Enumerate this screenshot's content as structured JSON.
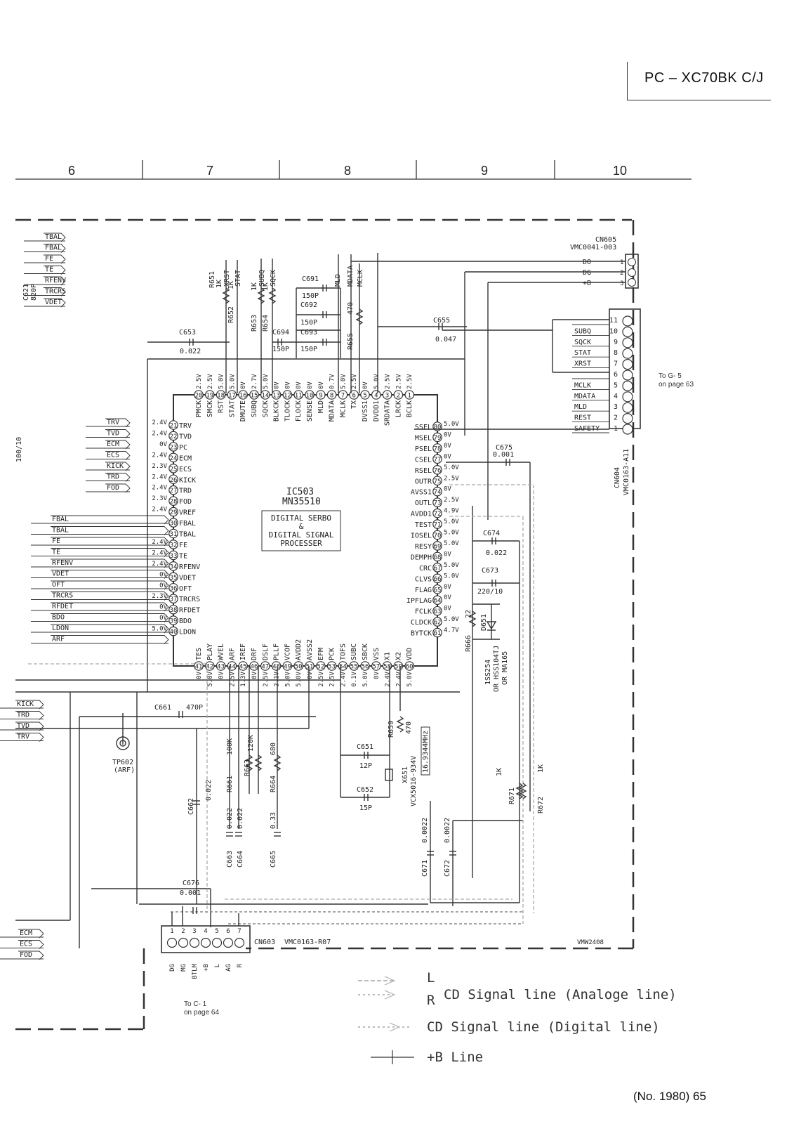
{
  "header": {
    "model": "PC – XC70BK C/J",
    "page": "(No. 1980) 65"
  },
  "grid_columns": [
    "6",
    "7",
    "8",
    "9",
    "10"
  ],
  "ic": {
    "ref": "IC503",
    "part": "MN35510",
    "desc1": "DIGITAL SERBO",
    "desc2": "&",
    "desc3": "DIGITAL SIGNAL",
    "desc4": "PROCESSER",
    "pins_top": [
      {
        "n": "20",
        "name": "PMCK",
        "v": "2.5V"
      },
      {
        "n": "19",
        "name": "SMCK",
        "v": "2.5V"
      },
      {
        "n": "18",
        "name": "RST",
        "v": "5.0V"
      },
      {
        "n": "17",
        "name": "STAT",
        "v": "5.0V"
      },
      {
        "n": "16",
        "name": "DMUTE",
        "v": "0V"
      },
      {
        "n": "15",
        "name": "SUBQ",
        "v": "2.7V"
      },
      {
        "n": "14",
        "name": "SQCK",
        "v": "5.0V"
      },
      {
        "n": "13",
        "name": "BLKCK",
        "v": "0V"
      },
      {
        "n": "12",
        "name": "TLOCK",
        "v": "0V"
      },
      {
        "n": "11",
        "name": "FLOCK",
        "v": "0V"
      },
      {
        "n": "10",
        "name": "SENSE",
        "v": "0V"
      },
      {
        "n": "9",
        "name": "MLD",
        "v": "0V"
      },
      {
        "n": "8",
        "name": "MDATA",
        "v": "0.7V"
      },
      {
        "n": "7",
        "name": "MCLK",
        "v": "5.0V"
      },
      {
        "n": "6",
        "name": "TX",
        "v": "2.5V"
      },
      {
        "n": "5",
        "name": "DVSS1",
        "v": "0V"
      },
      {
        "n": "4",
        "name": "DVDD1",
        "v": "5.0V"
      },
      {
        "n": "3",
        "name": "SRDATA",
        "v": "2.5V"
      },
      {
        "n": "2",
        "name": "LRCK",
        "v": "2.5V"
      },
      {
        "n": "1",
        "name": "BCLK",
        "v": "2.5V"
      }
    ],
    "pins_left": [
      {
        "n": "21",
        "name": "TRV",
        "v": "2.4V"
      },
      {
        "n": "22",
        "name": "TVD",
        "v": "2.4V"
      },
      {
        "n": "23",
        "name": "PC",
        "v": "0V"
      },
      {
        "n": "24",
        "name": "ECM",
        "v": "2.4V"
      },
      {
        "n": "25",
        "name": "ECS",
        "v": "2.3V"
      },
      {
        "n": "26",
        "name": "KICK",
        "v": "2.4V"
      },
      {
        "n": "27",
        "name": "TRD",
        "v": "2.4V"
      },
      {
        "n": "28",
        "name": "FOD",
        "v": "2.3V"
      },
      {
        "n": "29",
        "name": "VREF",
        "v": "2.4V"
      },
      {
        "n": "30",
        "name": "FBAL",
        "v": ""
      },
      {
        "n": "31",
        "name": "TBAL",
        "v": ""
      },
      {
        "n": "32",
        "name": "FE",
        "v": "2.4V"
      },
      {
        "n": "33",
        "name": "TE",
        "v": "2.4V"
      },
      {
        "n": "34",
        "name": "RFENV",
        "v": "2.4V"
      },
      {
        "n": "35",
        "name": "VDET",
        "v": "0V"
      },
      {
        "n": "36",
        "name": "OFT",
        "v": "0V"
      },
      {
        "n": "37",
        "name": "TRCRS",
        "v": "2.3V"
      },
      {
        "n": "38",
        "name": "RFDET",
        "v": "0V"
      },
      {
        "n": "39",
        "name": "BDO",
        "v": "0V"
      },
      {
        "n": "40",
        "name": "LDON",
        "v": "5.0V"
      }
    ],
    "pins_right": [
      {
        "n": "80",
        "name": "SSEL",
        "v": "5.0V"
      },
      {
        "n": "79",
        "name": "MSEL",
        "v": "0V"
      },
      {
        "n": "78",
        "name": "PSEL",
        "v": "0V"
      },
      {
        "n": "77",
        "name": "CSEL",
        "v": "0V"
      },
      {
        "n": "76",
        "name": "RSEL",
        "v": "5.0V"
      },
      {
        "n": "75",
        "name": "OUTR",
        "v": "2.5V"
      },
      {
        "n": "74",
        "name": "AVSS1",
        "v": "0V"
      },
      {
        "n": "73",
        "name": "OUTL",
        "v": "2.5V"
      },
      {
        "n": "72",
        "name": "AVDD1",
        "v": "4.9V"
      },
      {
        "n": "71",
        "name": "TEST",
        "v": "5.0V"
      },
      {
        "n": "70",
        "name": "IOSEL",
        "v": "5.0V"
      },
      {
        "n": "69",
        "name": "RESY",
        "v": "5.0V"
      },
      {
        "n": "68",
        "name": "DEMPH",
        "v": "0V"
      },
      {
        "n": "67",
        "name": "CRC",
        "v": "5.0V"
      },
      {
        "n": "66",
        "name": "CLVS",
        "v": "5.0V"
      },
      {
        "n": "65",
        "name": "FLAG",
        "v": "0V"
      },
      {
        "n": "64",
        "name": "IPFLAG",
        "v": "0V"
      },
      {
        "n": "63",
        "name": "FCLK",
        "v": "0V"
      },
      {
        "n": "62",
        "name": "CLDCK",
        "v": "5.0V"
      },
      {
        "n": "61",
        "name": "BYTCK",
        "v": "4.7V"
      }
    ],
    "pins_bottom": [
      {
        "n": "41",
        "name": "TES",
        "v": "0V"
      },
      {
        "n": "42",
        "name": "PLAY",
        "v": "5.0V"
      },
      {
        "n": "43",
        "name": "WVEL",
        "v": "0V"
      },
      {
        "n": "44",
        "name": "ARF",
        "v": "2.5V"
      },
      {
        "n": "45",
        "name": "IREF",
        "v": "1.3V"
      },
      {
        "n": "46",
        "name": "DRF",
        "v": "0V"
      },
      {
        "n": "47",
        "name": "DSLF",
        "v": "2.5V"
      },
      {
        "n": "48",
        "name": "PLLF",
        "v": "2.1V"
      },
      {
        "n": "49",
        "name": "VCOF",
        "v": "5.0V"
      },
      {
        "n": "50",
        "name": "AVDD2",
        "v": "5.0V"
      },
      {
        "n": "51",
        "name": "AVSS2",
        "v": "0V"
      },
      {
        "n": "52",
        "name": "EFM",
        "v": "2.5V"
      },
      {
        "n": "53",
        "name": "PCK",
        "v": "2.5V"
      },
      {
        "n": "54",
        "name": "TOFS",
        "v": "2.4V"
      },
      {
        "n": "55",
        "name": "SUBC",
        "v": "0.1V"
      },
      {
        "n": "56",
        "name": "SBCK",
        "v": "5.0V"
      },
      {
        "n": "57",
        "name": "VSS",
        "v": "0V"
      },
      {
        "n": "58",
        "name": "X1",
        "v": "2.4V"
      },
      {
        "n": "59",
        "name": "X2",
        "v": "2.4V"
      },
      {
        "n": "60",
        "name": "VDD",
        "v": "5.0V"
      }
    ]
  },
  "left_signals_top": [
    "TBAL",
    "FBAL",
    "FE",
    "TE",
    "RFENV",
    "TRCRS",
    "VDET"
  ],
  "left_signals_mid": [
    "TRV",
    "TVD",
    "ECM",
    "ECS",
    "KICK",
    "TRD",
    "FOD"
  ],
  "left_signals_low": [
    "FBAL",
    "TBAL",
    "FE",
    "TE",
    "RFENV",
    "VDET",
    "OFT",
    "TRCRS",
    "RFDET",
    "BDO",
    "LDON",
    "ARF"
  ],
  "left_signals_bus": [
    "KICK",
    "TRD",
    "TVD",
    "TRV"
  ],
  "left_signals_bottom": [
    "ECM",
    "ECS",
    "FOD"
  ],
  "top_nets": [
    "XRST",
    "STAT",
    "SUBQ",
    "SQCK",
    "MLD",
    "MDATA",
    "MCLK"
  ],
  "cn605": {
    "ref": "CN605",
    "part": "VMC0041-003",
    "pins": [
      {
        "n": "1",
        "name": "DO"
      },
      {
        "n": "2",
        "name": "DG"
      },
      {
        "n": "3",
        "name": "+B"
      }
    ]
  },
  "cn604": {
    "ref": "CN604",
    "part": "VMC0163-A11",
    "to": "To G- 5",
    "page": "on page 63",
    "pins": [
      {
        "n": "11",
        "name": ""
      },
      {
        "n": "10",
        "name": "SUBQ"
      },
      {
        "n": "9",
        "name": "SQCK"
      },
      {
        "n": "8",
        "name": "STAT"
      },
      {
        "n": "7",
        "name": "XRST"
      },
      {
        "n": "6",
        "name": ""
      },
      {
        "n": "5",
        "name": "MCLK"
      },
      {
        "n": "4",
        "name": "MDATA"
      },
      {
        "n": "3",
        "name": "MLD"
      },
      {
        "n": "2",
        "name": "REST"
      },
      {
        "n": "1",
        "name": "SAFETY"
      }
    ]
  },
  "cn603": {
    "ref": "CN603",
    "part": "VMC0163-R07",
    "to": "To C- 1",
    "page": "on page 64",
    "pins": [
      "1",
      "2",
      "3",
      "4",
      "5",
      "6",
      "7"
    ],
    "names": [
      "DG",
      "MG",
      "BTLM",
      "+B",
      "L",
      "AG",
      "R"
    ]
  },
  "parts": {
    "R651": "R651",
    "R651v": "1K",
    "R652": "R652",
    "R652v": "1K",
    "R653": "R653",
    "R653v": "1K",
    "R654": "R654",
    "R654v": "1K",
    "R655": "R655",
    "R655v": "470",
    "C691": "C691",
    "C691v": "150P",
    "C692": "C692",
    "C692v": "150P",
    "C693": "C693",
    "C693v": "150P",
    "C694": "C694",
    "C694v": "150P",
    "C653": "C653",
    "C653v": "0.022",
    "C655": "C655",
    "C655v": "0.047",
    "C675": "C675",
    "C675v": "0.001",
    "C674": "C674",
    "C674v": "0.022",
    "C673": "C673",
    "C673v": "220/10",
    "R666": "R666",
    "R666v": "22",
    "D651": "D651",
    "Dv1": "1SS254",
    "Dv2": "OR HSS104TJ",
    "Dv3": "OR MA165",
    "C661": "C661",
    "C661v": "470P",
    "TP602": "TP602",
    "TP602v": "(ARF)",
    "C662": "C662",
    "C662v": "0.022",
    "R661": "R661",
    "R661v": "100K",
    "R663": "R663",
    "R663v": "120K",
    "R664": "R664",
    "R664v": "680",
    "C663": "C663",
    "C663v": "0.022",
    "C664": "C664",
    "C664v": "0.022",
    "C665": "C665",
    "C665v": "0.33",
    "C651": "C651",
    "C651v": "12P",
    "C652": "C652",
    "C652v": "15P",
    "R659": "R659",
    "R659v": "470",
    "X651": "X651",
    "X651v": "VCX5016-934V",
    "Xfreq": "16.9344MHz",
    "R671": "R671",
    "R671v": "1K",
    "R672": "R672",
    "R672v": "1K",
    "C671": "C671",
    "C671v": "0.0022",
    "C672": "C672",
    "C672v": "0.0022",
    "C676": "C676",
    "C676v": "0.001",
    "C621": "C621",
    "C621v": "820P",
    "left_vert": "100/10",
    "vmw": "VMW2408"
  },
  "legend": {
    "L": "L",
    "R": "R",
    "analog": "CD Signal line (Analoge line)",
    "digital": "CD Signal line (Digital line)",
    "b": "+B Line"
  }
}
